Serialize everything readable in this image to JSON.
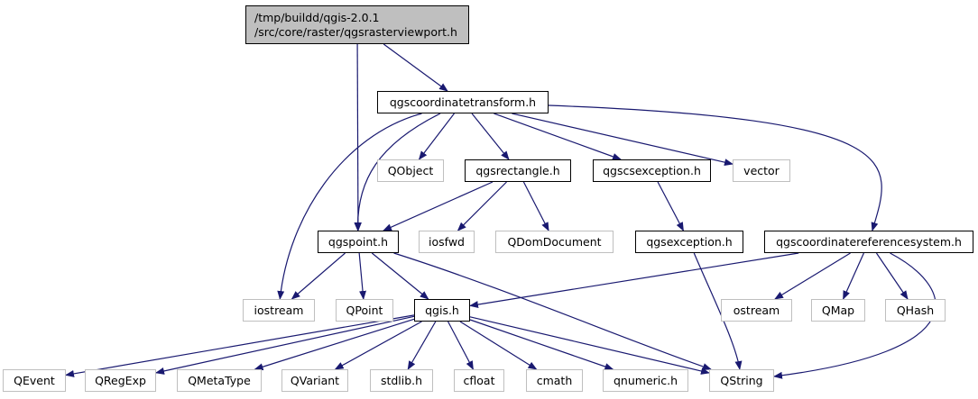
{
  "diagram": {
    "title": "/tmp/buildd/qgis-2.0.1/src/core/raster/qgsrasterviewport.h",
    "colors": {
      "edge": "#191970",
      "solid_border": "#000000",
      "external_border": "#bfbfbf",
      "root_fill": "#bfbfbf"
    },
    "nodes": {
      "root": {
        "lines": [
          "/tmp/buildd/qgis-2.0.1",
          "/src/core/raster/qgsrasterviewport.h"
        ],
        "style": "root"
      },
      "qgscoordinatetransform": {
        "label": "qgscoordinatetransform.h",
        "style": "solid"
      },
      "qobject": {
        "label": "QObject",
        "style": "external"
      },
      "qgsrectangle": {
        "label": "qgsrectangle.h",
        "style": "solid"
      },
      "qgscsexception": {
        "label": "qgscsexception.h",
        "style": "solid"
      },
      "vector": {
        "label": "vector",
        "style": "external"
      },
      "qgspoint": {
        "label": "qgspoint.h",
        "style": "solid"
      },
      "iosfwd": {
        "label": "iosfwd",
        "style": "external"
      },
      "qdomdocument": {
        "label": "QDomDocument",
        "style": "external"
      },
      "qgsexception": {
        "label": "qgsexception.h",
        "style": "solid"
      },
      "qgscrs": {
        "label": "qgscoordinatereferencesystem.h",
        "style": "solid"
      },
      "iostream": {
        "label": "iostream",
        "style": "external"
      },
      "qpoint": {
        "label": "QPoint",
        "style": "external"
      },
      "qgis": {
        "label": "qgis.h",
        "style": "solid"
      },
      "ostream": {
        "label": "ostream",
        "style": "external"
      },
      "qmap": {
        "label": "QMap",
        "style": "external"
      },
      "qhash": {
        "label": "QHash",
        "style": "external"
      },
      "qevent": {
        "label": "QEvent",
        "style": "external"
      },
      "qregexp": {
        "label": "QRegExp",
        "style": "external"
      },
      "qmetatype": {
        "label": "QMetaType",
        "style": "external"
      },
      "qvariant": {
        "label": "QVariant",
        "style": "external"
      },
      "stdlib": {
        "label": "stdlib.h",
        "style": "external"
      },
      "cfloat": {
        "label": "cfloat",
        "style": "external"
      },
      "cmath": {
        "label": "cmath",
        "style": "external"
      },
      "qnumeric": {
        "label": "qnumeric.h",
        "style": "external"
      },
      "qstring": {
        "label": "QString",
        "style": "external"
      }
    },
    "edges": [
      [
        "root",
        "qgscoordinatetransform"
      ],
      [
        "root",
        "qgspoint"
      ],
      [
        "qgscoordinatetransform",
        "qobject"
      ],
      [
        "qgscoordinatetransform",
        "qgsrectangle"
      ],
      [
        "qgscoordinatetransform",
        "qgscsexception"
      ],
      [
        "qgscoordinatetransform",
        "vector"
      ],
      [
        "qgscoordinatetransform",
        "qgscrs"
      ],
      [
        "qgscoordinatetransform",
        "iostream"
      ],
      [
        "qgscoordinatetransform",
        "qgspoint"
      ],
      [
        "qgsrectangle",
        "qgspoint"
      ],
      [
        "qgsrectangle",
        "iosfwd"
      ],
      [
        "qgsrectangle",
        "qdomdocument"
      ],
      [
        "qgscsexception",
        "qgsexception"
      ],
      [
        "qgsexception",
        "qstring"
      ],
      [
        "qgspoint",
        "iostream"
      ],
      [
        "qgspoint",
        "qpoint"
      ],
      [
        "qgspoint",
        "qgis"
      ],
      [
        "qgspoint",
        "qstring"
      ],
      [
        "qgscrs",
        "qgis"
      ],
      [
        "qgscrs",
        "ostream"
      ],
      [
        "qgscrs",
        "qmap"
      ],
      [
        "qgscrs",
        "qhash"
      ],
      [
        "qgscrs",
        "qstring"
      ],
      [
        "qgis",
        "qevent"
      ],
      [
        "qgis",
        "qregexp"
      ],
      [
        "qgis",
        "qmetatype"
      ],
      [
        "qgis",
        "qvariant"
      ],
      [
        "qgis",
        "stdlib"
      ],
      [
        "qgis",
        "cfloat"
      ],
      [
        "qgis",
        "cmath"
      ],
      [
        "qgis",
        "qnumeric"
      ],
      [
        "qgis",
        "qstring"
      ]
    ]
  }
}
